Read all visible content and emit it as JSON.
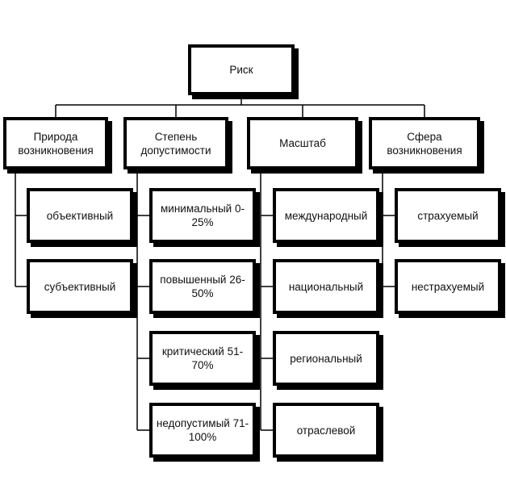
{
  "root": {
    "label": "Риск"
  },
  "categories": [
    {
      "label": "Природа возникновения",
      "children": [
        "объективный",
        "субъективный"
      ]
    },
    {
      "label": "Степень допустимости",
      "children": [
        "минимальный 0-25%",
        "повышенный 26-50%",
        "критический 51-70%",
        "недопустимый 71-100%"
      ]
    },
    {
      "label": "Масштаб",
      "children": [
        "международный",
        "национальный",
        "региональный",
        "отраслевой"
      ]
    },
    {
      "label": "Сфера возникновения",
      "children": [
        "страхуемый",
        "нестрахуемый"
      ]
    }
  ],
  "colors": {
    "line": "#000000",
    "box": "#ffffff",
    "shadow": "#000000"
  }
}
